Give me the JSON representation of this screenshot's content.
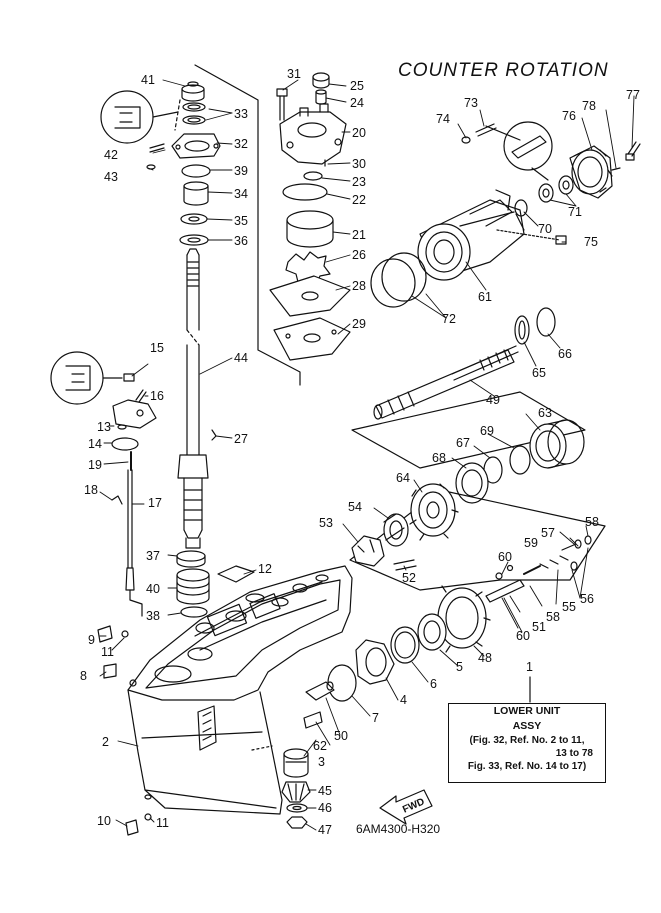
{
  "header": {
    "title": "COUNTER ROTATION"
  },
  "footer": {
    "drawing_code": "6AM4300-H320"
  },
  "info_box": {
    "title": "LOWER UNIT",
    "subtitle": "ASSY",
    "line1": "(Fig. 32, Ref. No. 2 to 11,",
    "line2": "13 to 78",
    "line3": "Fig. 33, Ref. No. 14 to 17)"
  },
  "badge": {
    "fwd": "FWD"
  },
  "callouts": [
    "1",
    "2",
    "3",
    "4",
    "5",
    "6",
    "7",
    "8",
    "9",
    "10",
    "11",
    "11",
    "12",
    "13",
    "14",
    "15",
    "16",
    "17",
    "18",
    "19",
    "20",
    "21",
    "22",
    "23",
    "24",
    "25",
    "26",
    "27",
    "28",
    "29",
    "30",
    "31",
    "32",
    "33",
    "34",
    "35",
    "36",
    "37",
    "38",
    "39",
    "40",
    "41",
    "42",
    "43",
    "44",
    "45",
    "46",
    "47",
    "48",
    "49",
    "50",
    "51",
    "52",
    "53",
    "54",
    "55",
    "56",
    "57",
    "58",
    "58",
    "59",
    "60",
    "60",
    "61",
    "62",
    "63",
    "64",
    "65",
    "66",
    "67",
    "68",
    "69",
    "70",
    "71",
    "72",
    "73",
    "74",
    "75",
    "76",
    "77",
    "78"
  ]
}
